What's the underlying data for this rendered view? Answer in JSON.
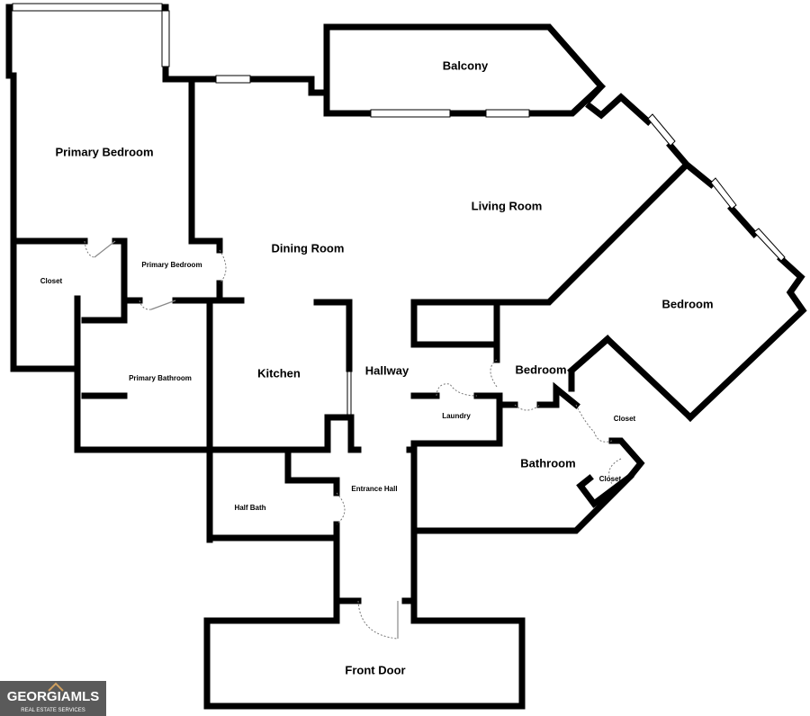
{
  "rooms": {
    "primary_bedroom": "Primary Bedroom",
    "balcony": "Balcony",
    "living_room": "Living Room",
    "dining_room": "Dining Room",
    "closet_left": "Closet",
    "primary_bedroom_small": "Primary Bedroom",
    "bedroom_large": "Bedroom",
    "kitchen": "Kitchen",
    "hallway": "Hallway",
    "bedroom_small": "Bedroom",
    "primary_bathroom": "Primary Bathroom",
    "laundry": "Laundry",
    "closet_right": "Closet",
    "bathroom": "Bathroom",
    "closet_small": "Closet",
    "entrance_hall": "Entrance Hall",
    "half_bath": "Half Bath",
    "front_door": "Front Door"
  },
  "logo": {
    "brand": "GEORGIAMLS",
    "tagline": "REAL ESTATE SERVICES"
  },
  "colors": {
    "walls": "#000000",
    "background": "#ffffff",
    "logo_bg": "#5a5a5a"
  }
}
